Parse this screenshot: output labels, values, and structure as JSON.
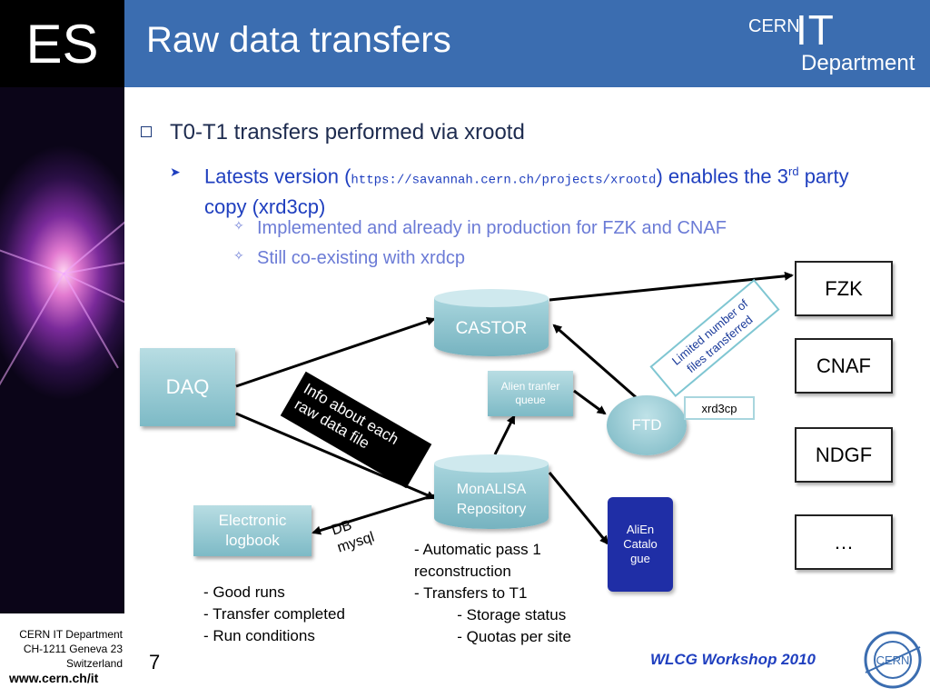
{
  "header": {
    "logo_text": "ES",
    "title": "Raw data transfers",
    "cern_text": "CERN",
    "it_text": "IT",
    "department_text": "Department"
  },
  "bullets": {
    "level1": "T0-T1 transfers performed via xrootd",
    "level2_prefix": "Latests version (",
    "level2_url": "https://savannah.cern.ch/projects/xrootd",
    "level2_middle": ") enables the 3",
    "level2_sup": "rd",
    "level2_suffix": " party copy (xrd3cp)",
    "level3": [
      "Implemented and already in production for FZK and CNAF",
      "Still co-existing with xrdcp"
    ]
  },
  "diagram": {
    "nodes": {
      "daq": "DAQ",
      "castor": "CASTOR",
      "alien_queue": "Alien tranfer queue",
      "ftd": "FTD",
      "monalisa_line1": "MonALISA",
      "monalisa_line2": "Repository",
      "logbook_line1": "Electronic",
      "logbook_line2": "logbook",
      "alien_catalogue": "AliEn Catalo gue",
      "fzk": "FZK",
      "cnaf": "CNAF",
      "ndgf": "NDGF",
      "more": "…"
    },
    "labels": {
      "info_raw_line1": "Info about each",
      "info_raw_line2": "raw data file",
      "limited_line1": "Limited number of",
      "limited_line2": "files transferred",
      "xrd3cp": "xrd3cp",
      "db_line1": "DB",
      "db_line2": "mysql"
    },
    "notes": {
      "logbook": "- Good runs\n- Transfer completed\n- Run conditions",
      "monalisa": "- Automatic pass 1\nreconstruction\n- Transfers to T1\n          - Storage status\n          - Quotas per site"
    }
  },
  "footer": {
    "address": "CERN IT Department\nCH-1211 Geneva 23\nSwitzerland",
    "website": "www.cern.ch/it",
    "page_number": "7",
    "event": "WLCG Workshop 2010",
    "cern_logo_text": "CERN"
  }
}
